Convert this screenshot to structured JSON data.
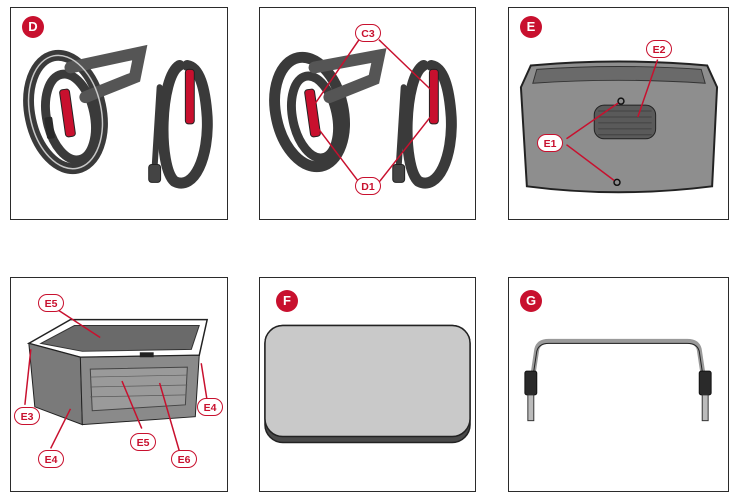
{
  "panels": [
    {
      "id": "D",
      "badge": "D"
    },
    {
      "id": "D-detail",
      "callouts": [
        "C3",
        "D1"
      ]
    },
    {
      "id": "E",
      "badge": "E",
      "callouts": [
        "E2",
        "E1"
      ]
    },
    {
      "id": "E-basket",
      "callouts": [
        "E5",
        "E3",
        "E4",
        "E5",
        "E4",
        "E6"
      ]
    },
    {
      "id": "F",
      "badge": "F"
    },
    {
      "id": "G",
      "badge": "G"
    }
  ],
  "colors": {
    "accent": "#c8102e",
    "fabric": "#8e8e8e",
    "strap": "#4a4a4a"
  }
}
